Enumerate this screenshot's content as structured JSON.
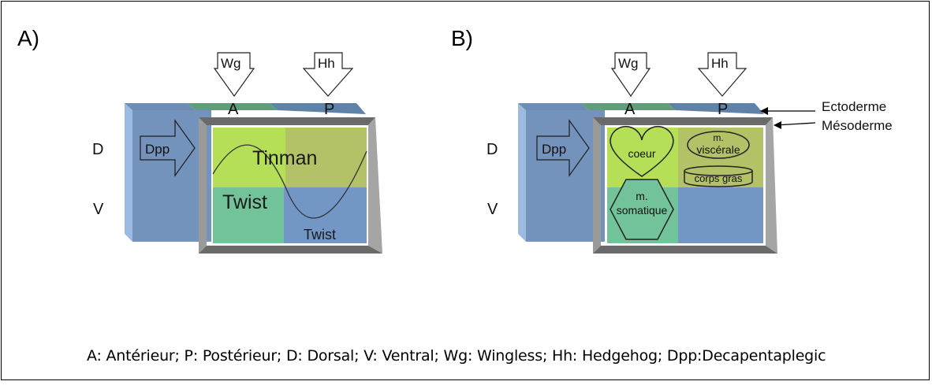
{
  "panels": {
    "a": {
      "label": "A)",
      "signals": {
        "wg": "Wg",
        "hh": "Hh",
        "dpp": "Dpp"
      },
      "axis": {
        "anterior": "A",
        "posterior": "P",
        "dorsal": "D",
        "ventral": "V"
      },
      "domains": {
        "tinman": "Tinman",
        "twist_anterior": "Twist",
        "twist_posterior": "Twist"
      }
    },
    "b": {
      "label": "B)",
      "signals": {
        "wg": "Wg",
        "hh": "Hh",
        "dpp": "Dpp"
      },
      "axis": {
        "anterior": "A",
        "posterior": "P",
        "dorsal": "D",
        "ventral": "V"
      },
      "tissues": {
        "heart": "coeur",
        "visceral_line1": "m.",
        "visceral_line2": "viscérale",
        "fat_body": "corps gras",
        "somatic_line1": "m.",
        "somatic_line2": "somatique"
      },
      "layers": {
        "ectoderm": "Ectoderme",
        "mesoderm": "Mésoderme"
      }
    }
  },
  "legend": "A: Antérieur; P: Postérieur; D: Dorsal; V: Ventral; Wg: Wingless; Hh: Hedgehog; Dpp:Decapentaplegic",
  "colors": {
    "ectoderm_blue": "#7393bd",
    "ectoderm_side": "#9cbbe0",
    "ectoderm_top_green": "#5e9e7a",
    "ectoderm_top_blue": "#5f82a8",
    "mesoderm_frame": "#8c8c8c",
    "mesoderm_frame_dark": "#6a6a6a",
    "tinman_green": "#b4df57",
    "tinman_olive": "#b3c167",
    "twist_teal": "#73c39a",
    "twist_blue": "#7397c5"
  }
}
